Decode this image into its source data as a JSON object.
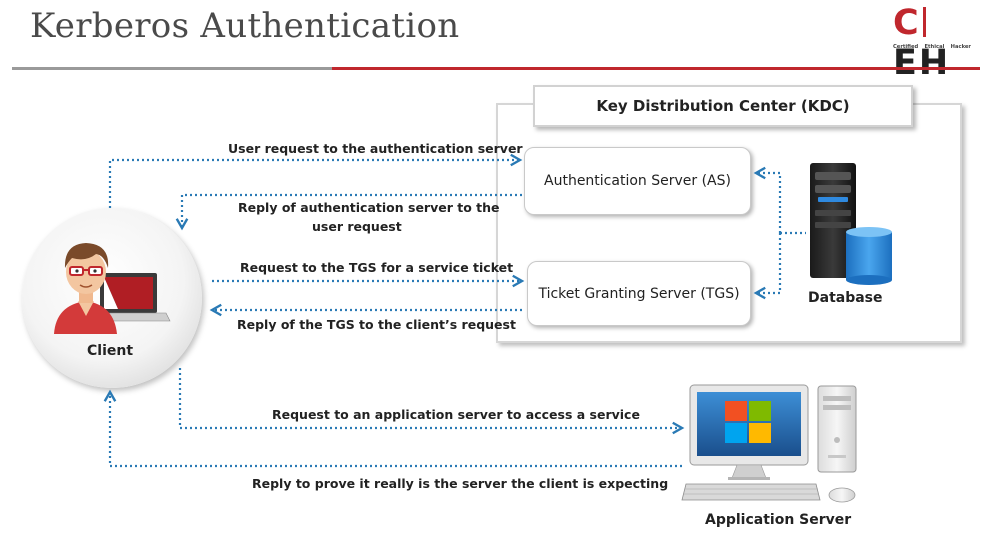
{
  "header": {
    "title": "Kerberos Authentication",
    "logo_text_left": "C",
    "logo_text_right": "EH",
    "logo_sub": [
      "Certified",
      "Ethical",
      "Hacker"
    ]
  },
  "kdc": {
    "title": "Key Distribution Center (KDC)",
    "authentication_server": "Authentication Server (AS)",
    "ticket_granting_server": "Ticket Granting Server (TGS)",
    "database_label": "Database"
  },
  "client": {
    "label": "Client"
  },
  "application_server": {
    "label": "Application Server"
  },
  "flows": {
    "step1": "User request to the authentication server",
    "step2_line1": "Reply of authentication server to the",
    "step2_line2": "user request",
    "step3": "Request to the TGS  for a service ticket",
    "step4": "Reply of the TGS  to the client’s request",
    "step5": "Request to an application  server to access a service",
    "step6": "Reply to prove it really is the server the client is expecting"
  },
  "colors": {
    "accent_red": "#c0272d",
    "arrow_blue": "#2a7ab5",
    "header_gray": "#9a9a9a"
  },
  "icons": [
    "client-person-laptop-icon",
    "database-server-icon",
    "desktop-computer-icon",
    "windows-logo-icon",
    "keyboard-icon",
    "mouse-icon",
    "tower-pc-icon"
  ]
}
